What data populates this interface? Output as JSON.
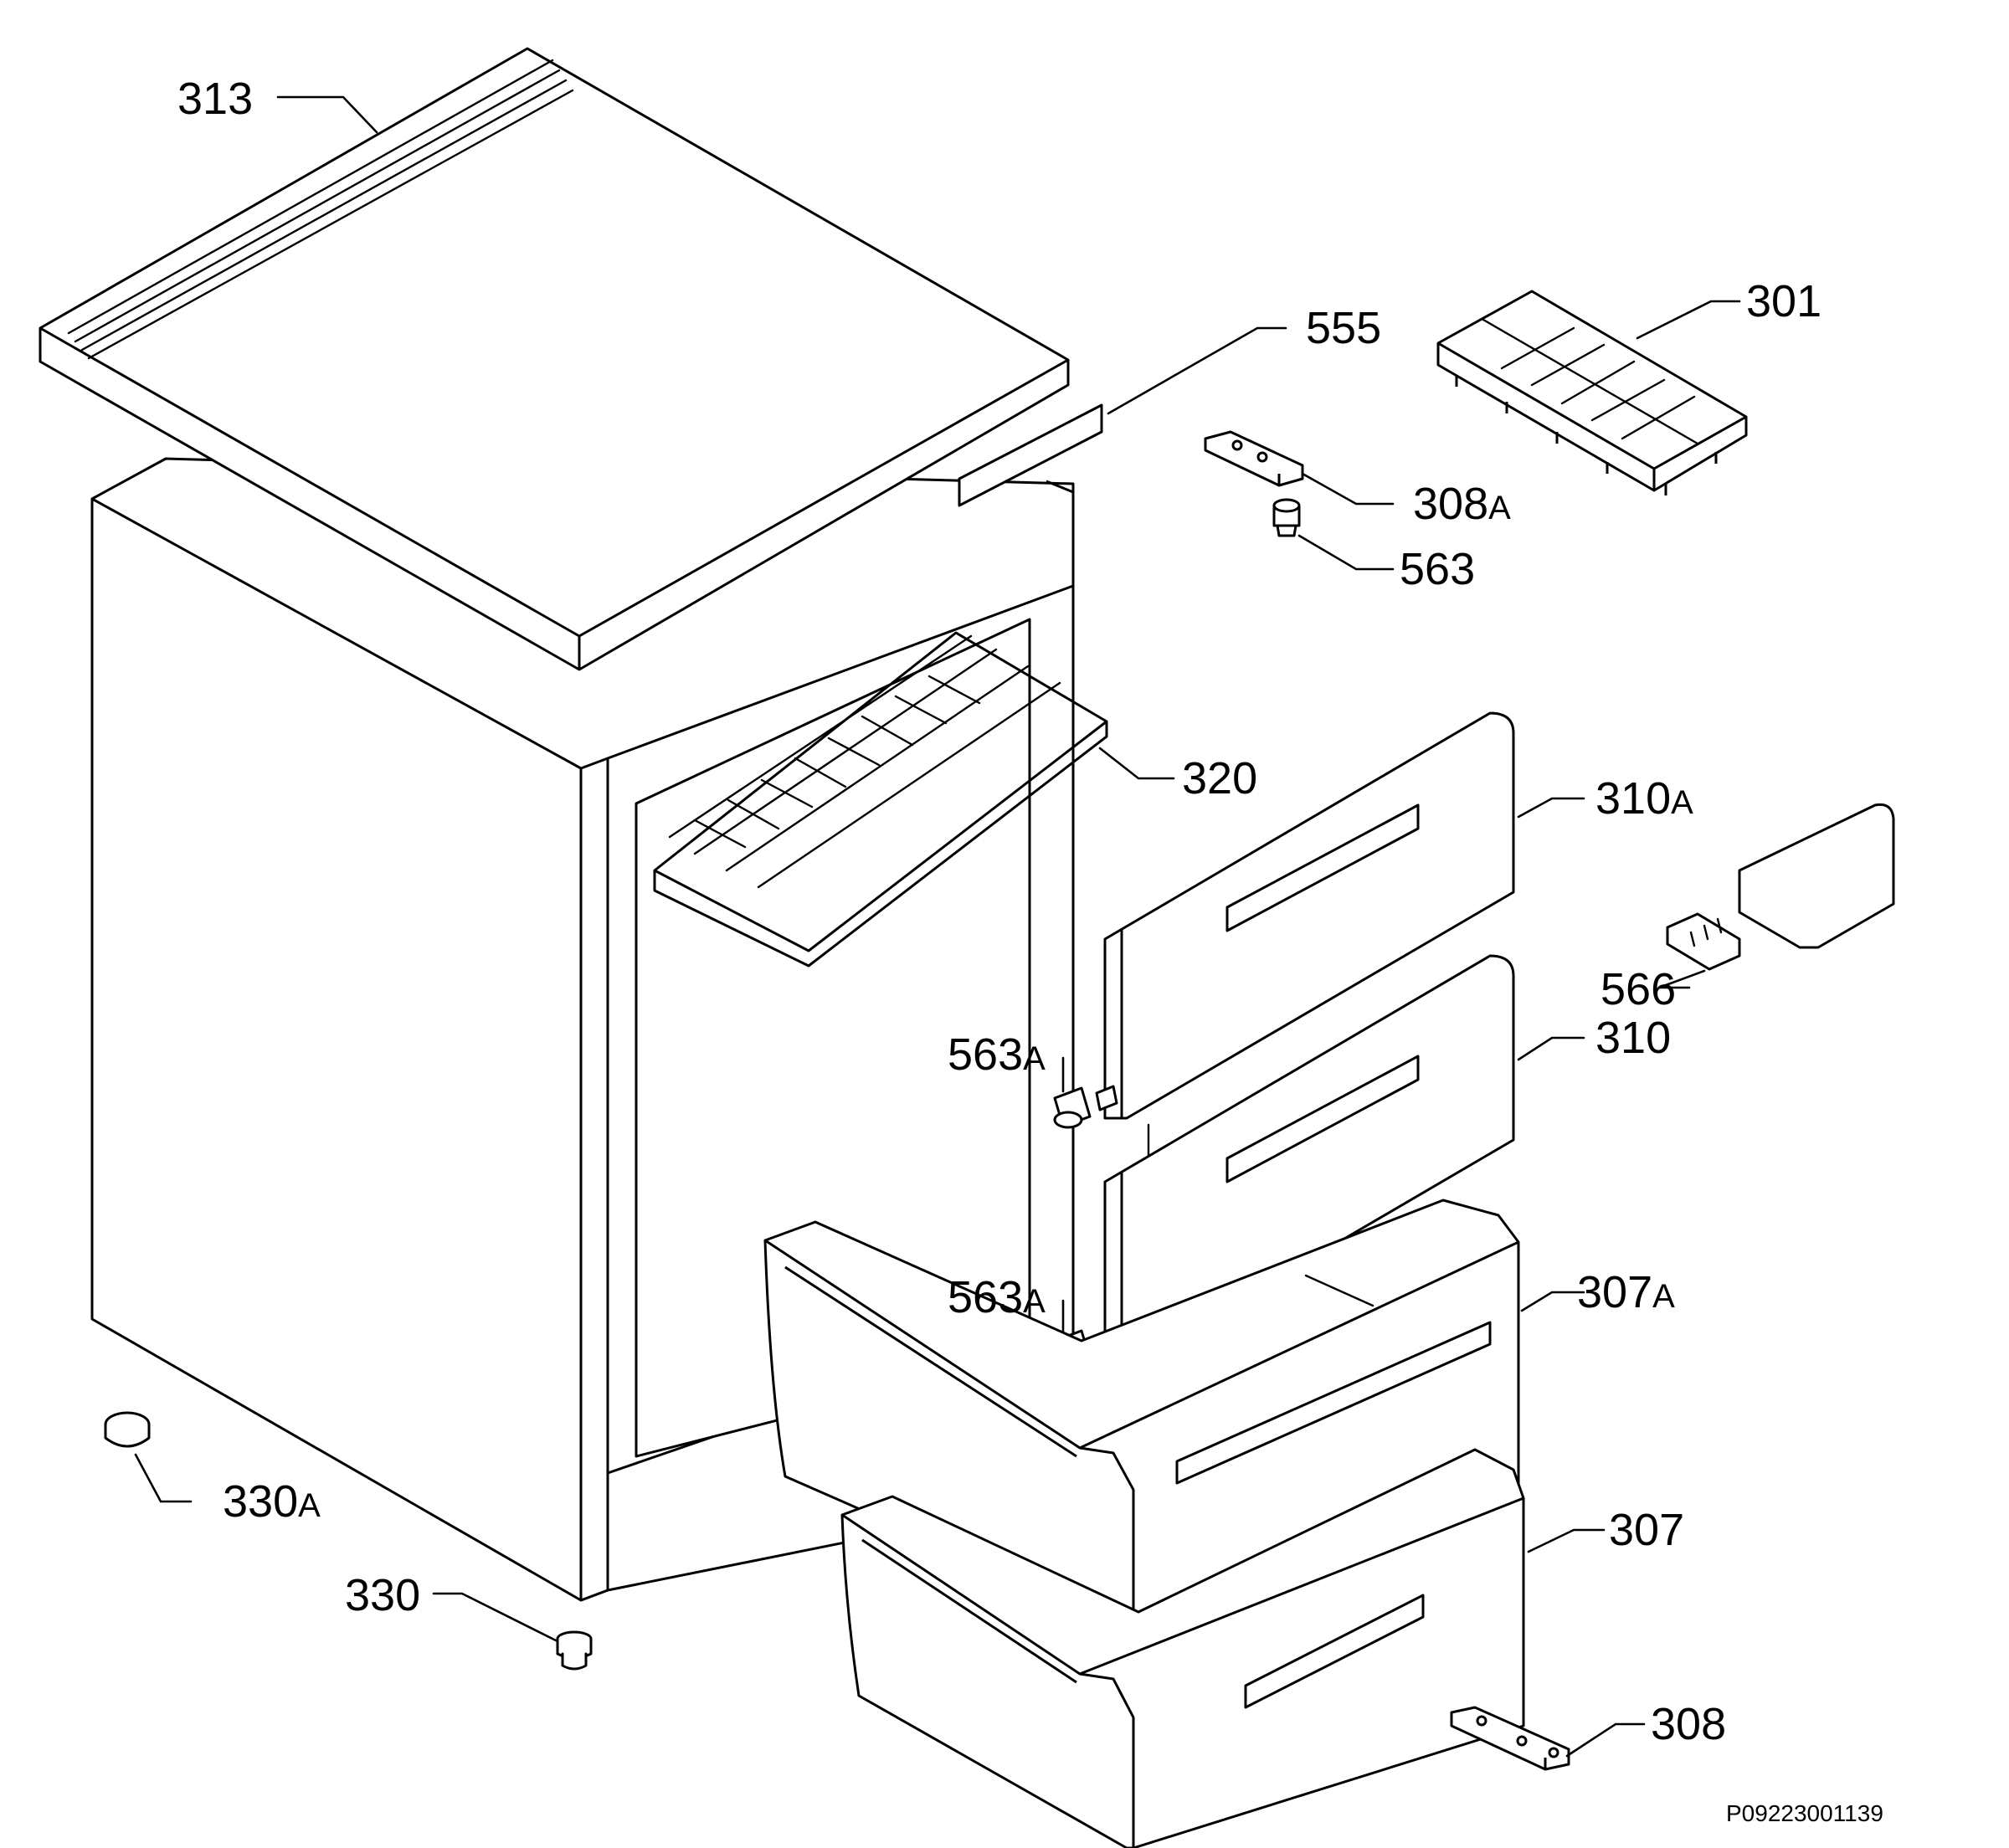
{
  "labels": {
    "l313": "313",
    "l555": "555",
    "l301": "301",
    "l308a": "308",
    "l308a_suffix": "A",
    "l563": "563",
    "l320": "320",
    "l310a": "310",
    "l310a_suffix": "A",
    "l566": "566",
    "l563a_1": "563",
    "l563a_1_suffix": "A",
    "l310": "310",
    "l563a_2": "563",
    "l563a_2_suffix": "A",
    "l307a": "307",
    "l307a_suffix": "A",
    "l330a": "330",
    "l330a_suffix": "A",
    "l330": "330",
    "l307": "307",
    "l308": "308"
  },
  "drawing_code": "P09223001139",
  "colors": {
    "line": "#000000",
    "background": "#ffffff"
  }
}
